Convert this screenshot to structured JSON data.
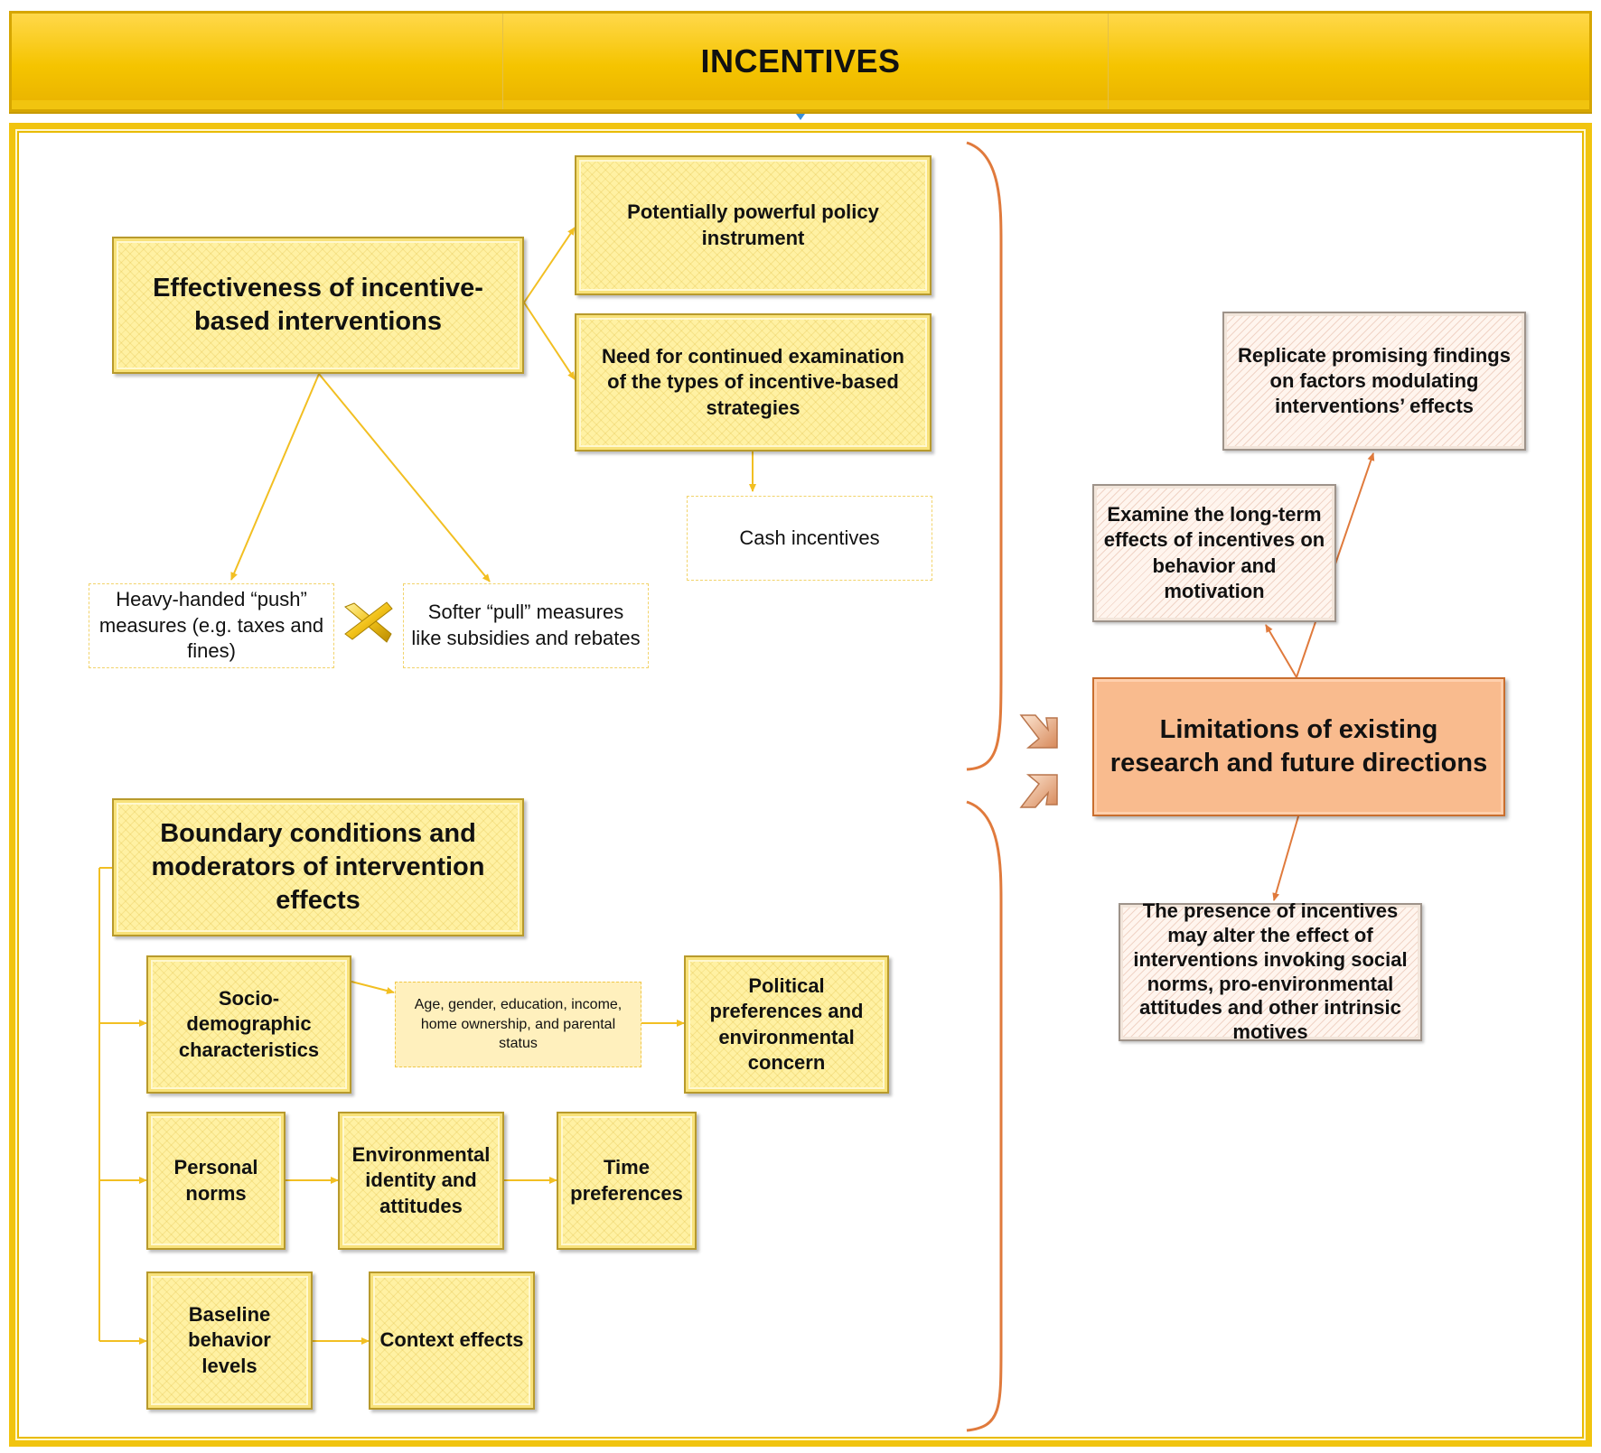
{
  "header": {
    "title": "INCENTIVES"
  },
  "effectiveness": {
    "main": "Effectiveness of incentive-based interventions",
    "powerful": "Potentially powerful policy instrument",
    "examination": "Need for continued examination of the types of incentive-based strategies",
    "cash": "Cash incentives",
    "push": "Heavy-handed “push” measures (e.g. taxes and fines)",
    "pull": "Softer “pull” measures like subsidies and rebates"
  },
  "boundary": {
    "main": "Boundary conditions and moderators of intervention effects",
    "socio": "Socio-demographic characteristics",
    "socio_detail": "Age, gender, education, income, home ownership, and parental status",
    "political": "Political preferences and environmental concern",
    "personal_norms": "Personal norms",
    "env_identity": "Environmental identity and attitudes",
    "time_pref": "Time preferences",
    "baseline": "Baseline behavior levels",
    "context": "Context effects"
  },
  "limitations": {
    "main": "Limitations of existing research and future directions",
    "replicate": "Replicate promising findings on factors modulating interventions’ effects",
    "long_term": "Examine the long-term effects of incentives on behavior and motivation",
    "presence": "The presence of incentives may alter the effect of interventions invoking social norms, pro-environmental attitudes and other intrinsic motives"
  },
  "colors": {
    "header_gold": "#f5c400",
    "yellow_box": "#fff1a3",
    "yellow_arrow": "#f2bf22",
    "orange_box": "#f9bb8e",
    "orange_arrow": "#e07a3c"
  }
}
